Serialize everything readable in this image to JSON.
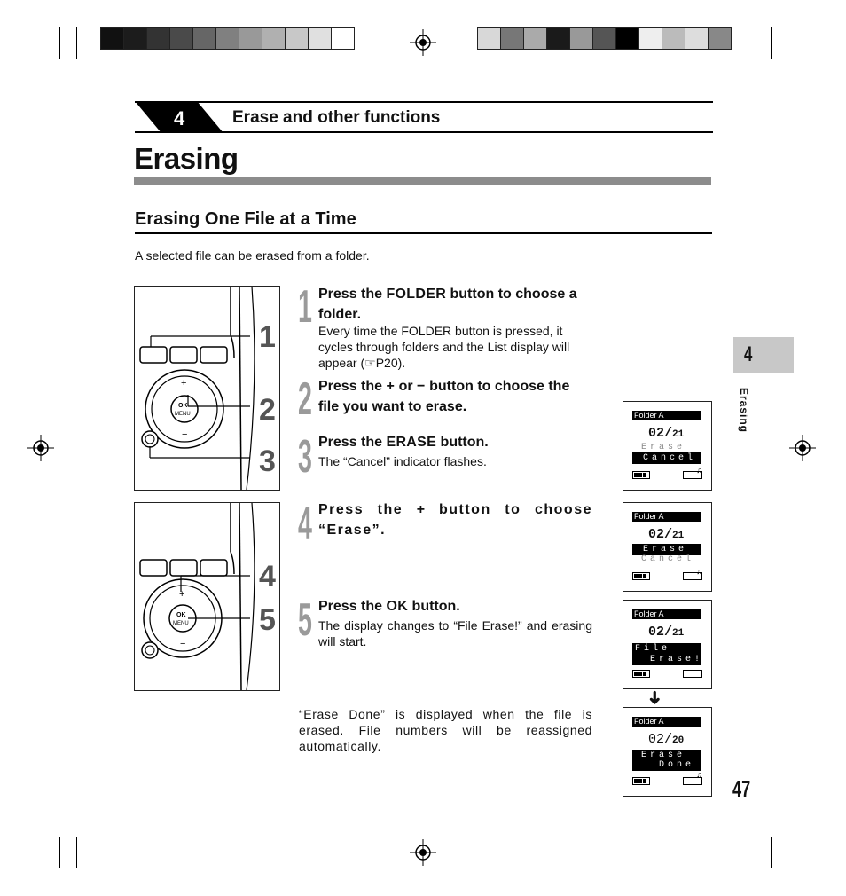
{
  "chapter": {
    "number": "4",
    "title": "Erase and other functions"
  },
  "page_title": "Erasing",
  "section_title": "Erasing One File at a Time",
  "intro": "A selected file can be erased from a folder.",
  "steps": [
    {
      "num": "1",
      "title_a": "Press the ",
      "title_key": "FOLDER",
      "title_b": " button to choose a folder.",
      "text": "Every time the FOLDER button is pressed, it cycles through folders and the List display will appear (☞P20)."
    },
    {
      "num": "2",
      "title_a": "Press the ",
      "title_key": "+",
      "title_mid": " or ",
      "title_key2": "−",
      "title_b": " button to choose the file you want to erase.",
      "text": ""
    },
    {
      "num": "3",
      "title_a": "Press the ",
      "title_key": "ERASE",
      "title_b": " button.",
      "text": "The “Cancel” indicator flashes."
    },
    {
      "num": "4",
      "title_a": "Press the ",
      "title_key": "+",
      "title_b": " button to choose “Erase”.",
      "text": ""
    },
    {
      "num": "5",
      "title_a": "Press the ",
      "title_key": "OK",
      "title_b": " button.",
      "text": "The display changes to “File Erase!” and erasing will start."
    }
  ],
  "footer_note": "“Erase Done” is displayed when the file is erased. File numbers will be reassigned automatically.",
  "device_callouts": [
    "1",
    "2",
    "3",
    "4",
    "5"
  ],
  "device_labels": {
    "ok": "OK",
    "menu": "MENU"
  },
  "lcd_screens": [
    {
      "folder": "Folder A",
      "file_num": "02",
      "file_total": "21",
      "line1": "Cancel",
      "faint": "Erase"
    },
    {
      "folder": "Folder A",
      "file_num": "02",
      "file_total": "21",
      "line1": "Erase",
      "faint": "Cancel"
    },
    {
      "folder": "Folder A",
      "file_num": "02",
      "file_total": "21",
      "line1": "File",
      "line2": "Erase!"
    },
    {
      "folder": "Folder A",
      "file_num": "02",
      "file_total": "20",
      "line1": "Erase",
      "line2": "Done"
    }
  ],
  "arrow_down": "➜",
  "side_tab": {
    "number": "4",
    "label": "Erasing"
  },
  "page_number": "47",
  "colors": {
    "tab_gray": "#c8c8c8",
    "rule_gray": "#8c8c8c",
    "step_number_gray": "#9a9a9a"
  }
}
